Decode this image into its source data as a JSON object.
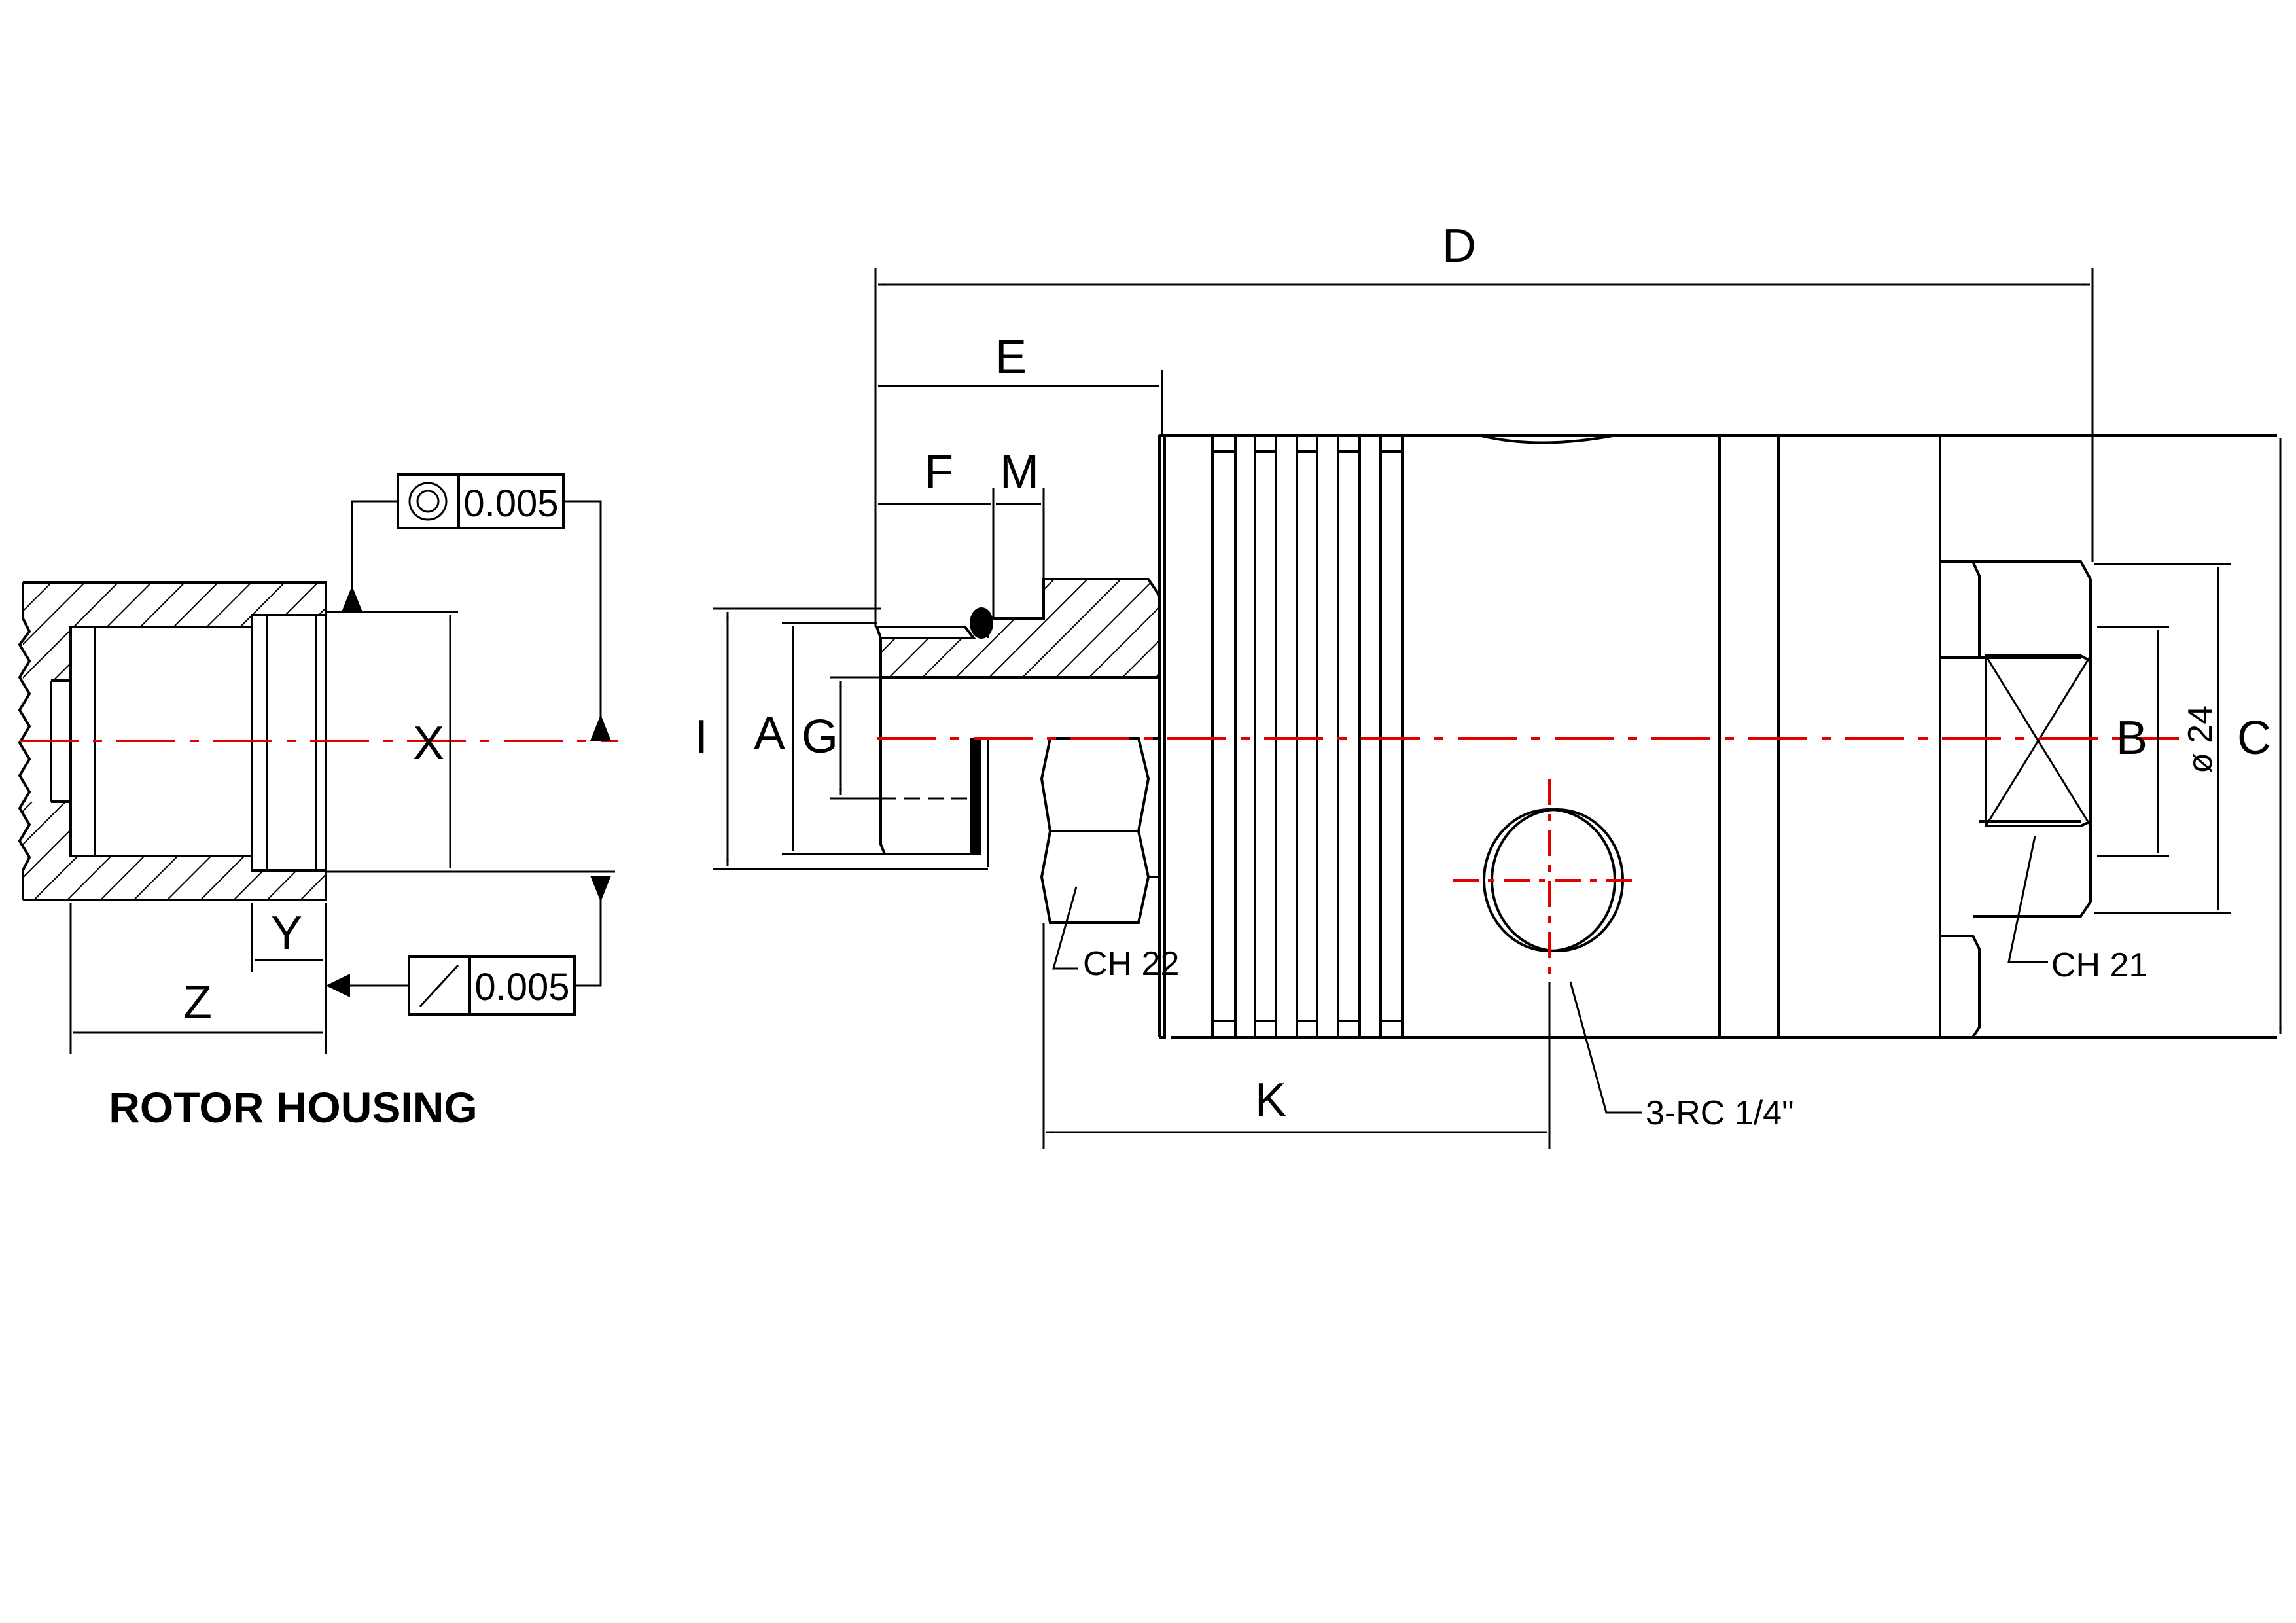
{
  "labels": {
    "D": "D",
    "E": "E",
    "F": "F",
    "M": "M",
    "I": "I",
    "A": "A",
    "G": "G",
    "K": "K",
    "B": "B",
    "C": "C",
    "X": "X",
    "Y": "Y",
    "Z": "Z",
    "dia24": "ø 24"
  },
  "notes": {
    "ch22": "CH 22",
    "ch21": "CH 21",
    "port": "3-RC 1/4\""
  },
  "tolerances": {
    "concentricity_value": "0.005",
    "runout_value": "0.005"
  },
  "rotor_housing": {
    "title": "ROTOR HOUSING"
  },
  "colors": {
    "line": "#000000",
    "centerline": "#e00000"
  }
}
